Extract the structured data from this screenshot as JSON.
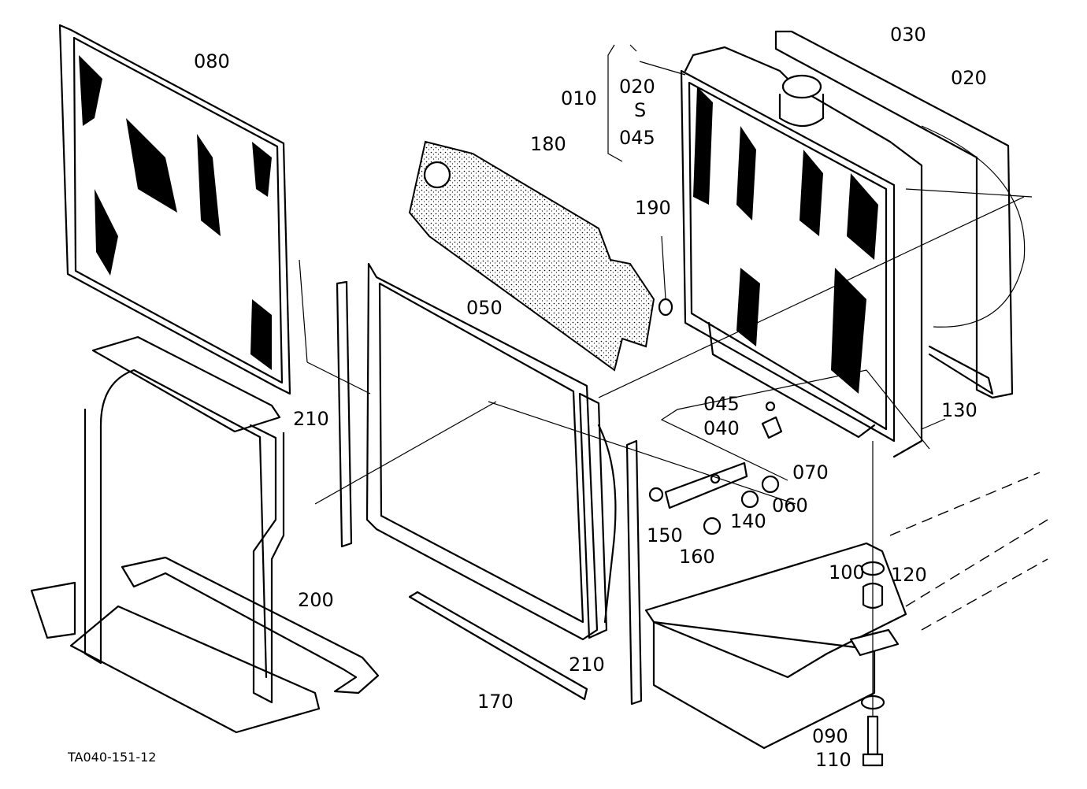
{
  "drawing_code": "TA040-151-12",
  "callouts": {
    "p010": "010",
    "p020a": "020",
    "range_sym": "S",
    "p045a": "045",
    "p020b": "020",
    "p030": "030",
    "p180": "180",
    "p190": "190",
    "p080": "080",
    "p050": "050",
    "p210a": "210",
    "p210b": "210",
    "p200": "200",
    "p170": "170",
    "p045b": "045",
    "p040": "040",
    "p130": "130",
    "p070": "070",
    "p060": "060",
    "p140": "140",
    "p150": "150",
    "p160": "160",
    "p100": "100",
    "p120": "120",
    "p090": "090",
    "p110": "110"
  }
}
